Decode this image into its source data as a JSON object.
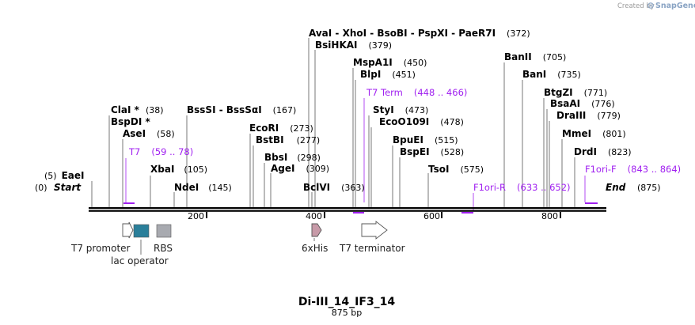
{
  "credit": {
    "prefix": "Created by",
    "brand": "SnapGene"
  },
  "title": "Di-III_14_IF3_14",
  "subtitle": "875 bp",
  "ends": {
    "start": {
      "label": "Start",
      "pos": "(0)"
    },
    "end": {
      "label": "End",
      "pos": "(875)"
    }
  },
  "ruler": {
    "ticks": [
      "200",
      "400",
      "600",
      "800"
    ]
  },
  "sites": [
    {
      "name": "EaeI",
      "pos": "(5)"
    },
    {
      "name": "ClaI *",
      "pos": "(38)"
    },
    {
      "name": "BspDI *",
      "pos": ""
    },
    {
      "name": "AseI",
      "pos": "(58)"
    },
    {
      "name": "XbaI",
      "pos": "(105)"
    },
    {
      "name": "NdeI",
      "pos": "(145)"
    },
    {
      "name": "BssSI  -  BssSαI",
      "pos": "(167)"
    },
    {
      "name": "EcoRI",
      "pos": "(273)"
    },
    {
      "name": "BstBI",
      "pos": "(277)"
    },
    {
      "name": "BbsI",
      "pos": "(298)"
    },
    {
      "name": "AgeI",
      "pos": "(309)"
    },
    {
      "name": "BclVI",
      "pos": "(363)"
    },
    {
      "name": "AvaI  -  XhoI  -  BsoBI  -  PspXI  -  PaeR7I",
      "pos": "(372)"
    },
    {
      "name": "BsiHKAI",
      "pos": "(379)"
    },
    {
      "name": "MspA1I",
      "pos": "(450)"
    },
    {
      "name": "BlpI",
      "pos": "(451)"
    },
    {
      "name": "StyI",
      "pos": "(473)"
    },
    {
      "name": "EcoO109I",
      "pos": "(478)"
    },
    {
      "name": "BpuEI",
      "pos": "(515)"
    },
    {
      "name": "BspEI",
      "pos": "(528)"
    },
    {
      "name": "TsoI",
      "pos": "(575)"
    },
    {
      "name": "BanII",
      "pos": "(705)"
    },
    {
      "name": "BanI",
      "pos": "(735)"
    },
    {
      "name": "BtgZI",
      "pos": "(771)"
    },
    {
      "name": "BsaAI",
      "pos": "(776)"
    },
    {
      "name": "DraIII",
      "pos": "(779)"
    },
    {
      "name": "MmeI",
      "pos": "(801)"
    },
    {
      "name": "DrdI",
      "pos": "(823)"
    }
  ],
  "primers": [
    {
      "name": "T7",
      "range": "(59 .. 78)",
      "color": "#a020f0"
    },
    {
      "name": "T7 Term",
      "range": "(448 .. 466)",
      "color": "#a020f0"
    },
    {
      "name": "F1ori-R",
      "range": "(633 .. 652)",
      "color": "#a020f0"
    },
    {
      "name": "F1ori-F",
      "range": "(843 .. 864)",
      "color": "#a020f0"
    }
  ],
  "features": [
    {
      "name": "T7 promoter",
      "icon": "arrow-right",
      "color": "#ffffff"
    },
    {
      "name": "lac operator",
      "icon": "box",
      "color": "#2a7f9a"
    },
    {
      "name": "RBS",
      "icon": "box",
      "color": "#a8aab0"
    },
    {
      "name": "6xHis",
      "icon": "arrow-right",
      "color": "#c79aa8"
    },
    {
      "name": "T7 terminator",
      "icon": "arrow-right",
      "color": "#ffffff"
    }
  ]
}
